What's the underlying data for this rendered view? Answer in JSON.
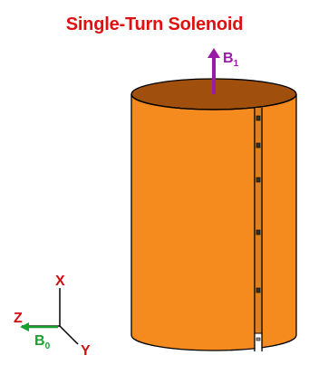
{
  "title": "Single-Turn Solenoid",
  "vectors": {
    "b1": {
      "main": "B",
      "sub": "1"
    },
    "b0": {
      "main": "B",
      "sub": "0"
    }
  },
  "axes": {
    "x": "X",
    "y": "Y",
    "z": "Z"
  },
  "colors": {
    "title": "#e01010",
    "cylinder_body": "#f58a1f",
    "cylinder_inner": "#a14f0c",
    "b1_arrow": "#9a1aa8",
    "b0_arrow": "#18a030",
    "axis_labels": "#d01010"
  }
}
